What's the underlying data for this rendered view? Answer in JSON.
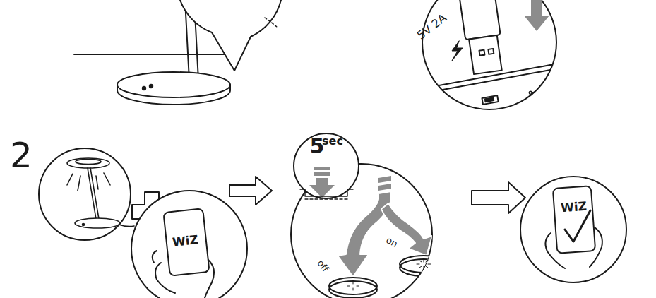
{
  "diagram": {
    "labels": [
      "5V 2A",
      "2",
      "5",
      "sec",
      "WiZ",
      "off",
      "on",
      "WiZ"
    ]
  }
}
